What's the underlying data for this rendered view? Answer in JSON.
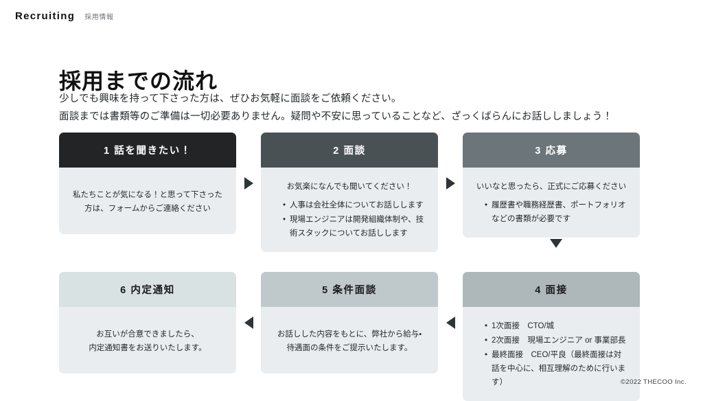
{
  "header": {
    "brand": "Recruiting",
    "brand_sub": "採用情報"
  },
  "page": {
    "title": "採用までの流れ",
    "lead_line1": "少しでも興味を持って下さった方は、ぜひお気軽に面談をご依頼ください。",
    "lead_line2": "面談までは書類等のご準備は一切必要ありません。疑問や不安に思っていることなど、ざっくばらんにお話ししましょう！"
  },
  "flow": {
    "steps": [
      {
        "head": "1  話を聞きたい！",
        "head_bg": "#222426",
        "head_color": "#ffffff",
        "intro": "",
        "lines": [
          "私たちことが気になる！と思って下さった",
          "方は、フォームからご連絡ください"
        ],
        "bullets": []
      },
      {
        "head": "2  面談",
        "head_bg": "#4a5155",
        "head_color": "#ffffff",
        "intro": "お気楽になんでも聞いてください！",
        "lines": [],
        "bullets": [
          "人事は会社全体についてお話しします",
          "現場エンジニアは開発組織体制や、技術スタックについてお話しします"
        ]
      },
      {
        "head": "3  応募",
        "head_bg": "#6b757a",
        "head_color": "#ffffff",
        "intro": "いいなと思ったら、正式にご応募ください",
        "lines": [],
        "bullets": [
          "履歴書や職務経歴書、ポートフォリオなどの書類が必要です"
        ]
      },
      {
        "head": "6  内定通知",
        "head_bg": "#d9e2e3",
        "head_color": "#1a1a1a",
        "intro": "",
        "lines": [
          "お互いが合意できましたら、",
          "内定通知書をお送りいたします。"
        ],
        "bullets": []
      },
      {
        "head": "5  条件面談",
        "head_bg": "#bfc9cc",
        "head_color": "#1a1a1a",
        "intro": "",
        "lines": [
          "お話しした内容をもとに、弊社から給与・",
          "待遇面の条件をご提示いたします。"
        ],
        "bullets": []
      },
      {
        "head": "4  面接",
        "head_bg": "#aeb8bb",
        "head_color": "#1a1a1a",
        "intro": "",
        "lines": [],
        "bullets": [
          "1次面接　CTO/城",
          "2次面接　現場エンジニア or 事業部長",
          "最終面接　CEO/平良（最終面接は対話を中心に、相互理解のために行います）"
        ]
      }
    ],
    "arrows": {
      "right1": "arrow-right-icon",
      "right2": "arrow-right-icon",
      "down": "arrow-down-icon",
      "left1": "arrow-left-icon",
      "left2": "arrow-left-icon"
    }
  },
  "footer": {
    "copyright": "©2022 THECOO Inc."
  }
}
